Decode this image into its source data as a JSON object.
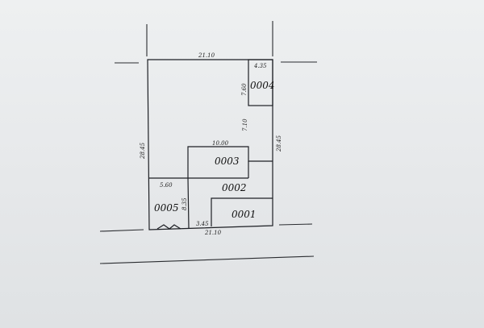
{
  "dimensions": {
    "top": "21.10",
    "top_right": "4.35",
    "v_7_60": "7.60",
    "v_7_10": "7.10",
    "mid": "10.00",
    "left": "28.45",
    "right": "28.45",
    "left_low": "5.60",
    "v_8_35": "8.35",
    "bottom_small": "3.45",
    "bottom": "21.10"
  },
  "parcels": {
    "p0004": "0004",
    "p0003": "0003",
    "p0002": "0002",
    "p0001": "0001",
    "p0005": "0005"
  }
}
